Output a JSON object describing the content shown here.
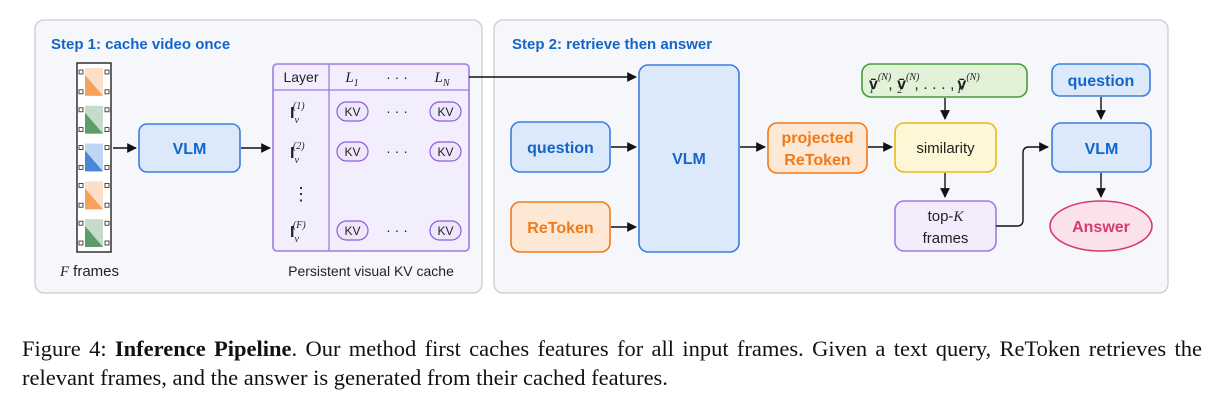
{
  "step1": {
    "title": "Step 1: cache video once",
    "vlm_label": "VLM",
    "frames_label": "frames",
    "frames_var": "F",
    "cache_label": "Persistent visual KV cache",
    "table_header": {
      "layer": "Layer",
      "l1_base": "L",
      "l1_sub": "1",
      "dots": "· · ·",
      "ln_base": "L",
      "ln_sub": "N"
    },
    "rows": [
      {
        "base": "I",
        "sub": "v",
        "sup": "(1)",
        "kv1": "KV",
        "dots": "· · ·",
        "kv2": "KV"
      },
      {
        "base": "I",
        "sub": "v",
        "sup": "(2)",
        "kv1": "KV",
        "dots": "· · ·",
        "kv2": "KV"
      },
      {
        "base": "I",
        "sub": "v",
        "sup": "(F)",
        "kv1": "KV",
        "dots": "· · ·",
        "kv2": "KV"
      }
    ],
    "vdots": "⋮",
    "frame_colors": [
      "#f5a25c",
      "#5d9c6a",
      "#4a86d8",
      "#f5a25c",
      "#5d9c6a"
    ]
  },
  "step2": {
    "title": "Step 2: retrieve then answer",
    "question_label": "question",
    "retoken_label": "ReToken",
    "vlm_label": "VLM",
    "projected_line1": "projected",
    "projected_line2": "ReToken",
    "similarity_label": "similarity",
    "topk_prefix": "top-",
    "topk_var": "K",
    "topk_line2": "frames",
    "question2_label": "question",
    "vlm2_label": "VLM",
    "answer_label": "Answer",
    "vector_set": {
      "v1_sup": "(N)",
      "v1_sub": "1",
      "v2_sup": "(N)",
      "v2_sub": "2",
      "dots": ", . . . ,",
      "vf_sup": "(N)",
      "vf_sub": "F"
    }
  },
  "caption": {
    "prefix": "Figure 4: ",
    "bold": "Inference Pipeline",
    "text": ". Our method first caches features for all input frames. Given a text query, ReToken retrieves the relevant frames, and the answer is generated from their cached features."
  }
}
